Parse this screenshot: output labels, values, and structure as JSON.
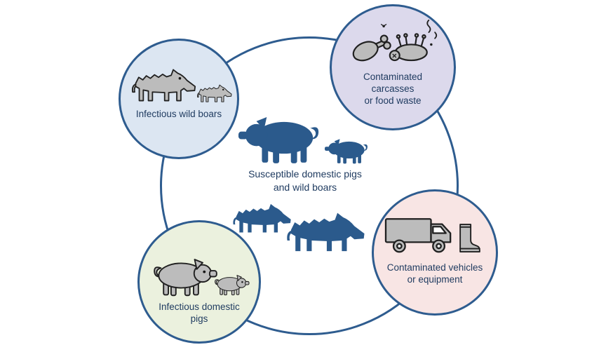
{
  "diagram": {
    "center": {
      "lines": [
        "Susceptible domestic pigs",
        "and wild boars"
      ],
      "icons": [
        "domestic-pig-icon",
        "domestic-piglet-icon",
        "wild-boar-small-icon",
        "wild-boar-icon"
      ]
    },
    "nodes": {
      "wild_boars": {
        "lines": [
          "Infectious wild boars"
        ],
        "fill": "#dce6f2",
        "icons": [
          "wild-boar-icon",
          "wild-boar-piglet-icon"
        ]
      },
      "carcasses": {
        "lines": [
          "Contaminated",
          "carcasses",
          "or food waste"
        ],
        "fill": "#dcd9ec",
        "icons": [
          "carcass-food-waste-icon"
        ]
      },
      "domestic_pigs": {
        "lines": [
          "Infectious domestic",
          "pigs"
        ],
        "fill": "#ebf1de",
        "icons": [
          "domestic-pig-icon",
          "domestic-piglet-icon"
        ]
      },
      "vehicles": {
        "lines": [
          "Contaminated vehicles",
          "or equipment"
        ],
        "fill": "#f8e5e4",
        "icons": [
          "truck-icon",
          "boot-icon"
        ]
      }
    },
    "colors": {
      "circle_border": "#2e5c8f",
      "silhouette": "#2b5a8c",
      "label_text": "#1e3a5f",
      "clipart_fill": "#bcbcbc",
      "clipart_stroke": "#202020"
    }
  }
}
